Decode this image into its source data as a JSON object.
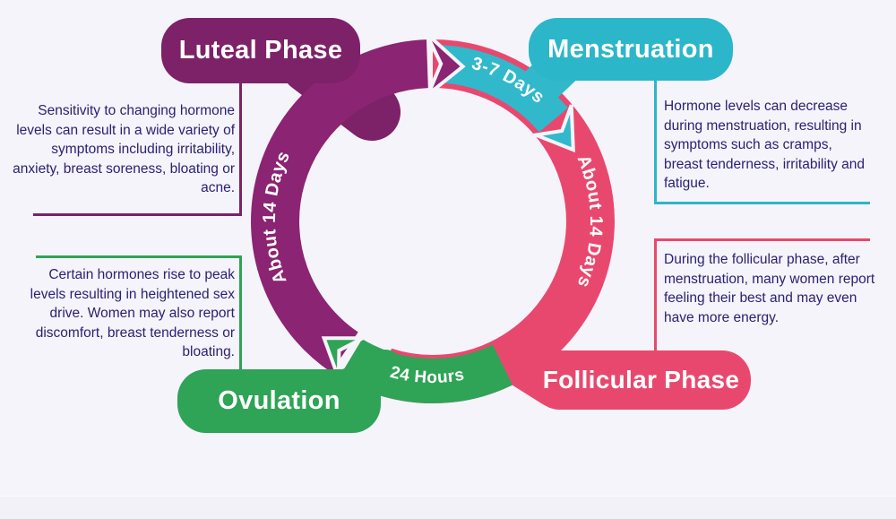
{
  "infographic": {
    "subject": "Menstrual cycle phases",
    "colors": {
      "background": "#f5f4fa",
      "purple": "#7d2168",
      "purple_arc": "#8b2472",
      "cyan": "#2cb6c9",
      "green": "#2fa356",
      "pink": "#e9486e",
      "body_text": "#2b2173",
      "label_text": "#ffffff"
    },
    "phases": [
      {
        "name": "Menstruation",
        "duration": "3-7 Days",
        "description": "Hormone levels can decrease during menstruation, resulting in symptoms such as cramps, breast tenderness, irritability and fatigue."
      },
      {
        "name": "Follicular Phase",
        "duration": "About 14 Days",
        "description": "During the follicular phase, after menstruation, many women report feeling their best and may even have more energy."
      },
      {
        "name": "Ovulation",
        "duration": "24 Hours",
        "description": "Certain hormones rise to peak levels resulting in heightened sex drive. Women may also report discomfort, breast tenderness or bloating."
      },
      {
        "name": "Luteal Phase",
        "duration": "About 14 Days",
        "description": "Sensitivity to changing hormone levels can result in a wide variety of symptoms including irritability, anxiety, breast soreness, bloating or acne."
      }
    ]
  }
}
